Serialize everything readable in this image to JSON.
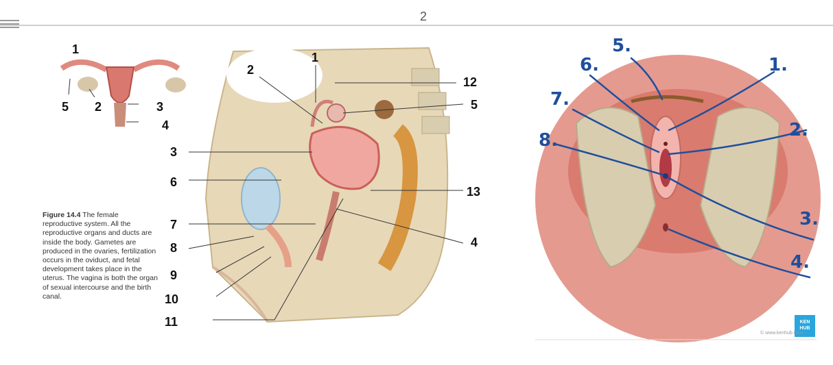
{
  "page": {
    "page_number": "2"
  },
  "left_figure": {
    "inset_labels": [
      "1",
      "5",
      "2",
      "3",
      "4"
    ],
    "main_labels": [
      "1",
      "2",
      "12",
      "5",
      "3",
      "6",
      "13",
      "7",
      "4",
      "8",
      "9",
      "10",
      "11"
    ],
    "caption_title": "Figure 14.4",
    "caption_text": " The female reproductive system. All the reproductive organs and ducts are inside the body. Gametes are produced in the ovaries, fertilization occurs in the oviduct, and fetal development takes place in the uterus. The vagina is both the organ of sexual intercourse and the birth canal."
  },
  "right_figure": {
    "handwritten_labels": [
      "5.",
      "6.",
      "1.",
      "7.",
      "2.",
      "8.",
      "3.",
      "4."
    ],
    "credit": "© www.kenhub.com",
    "logo_text": "KEN HUB"
  },
  "colors": {
    "ink_blue": "#1f4f9c",
    "tissue_pink": "#e59a8f",
    "bone": "#d9cdb0"
  }
}
